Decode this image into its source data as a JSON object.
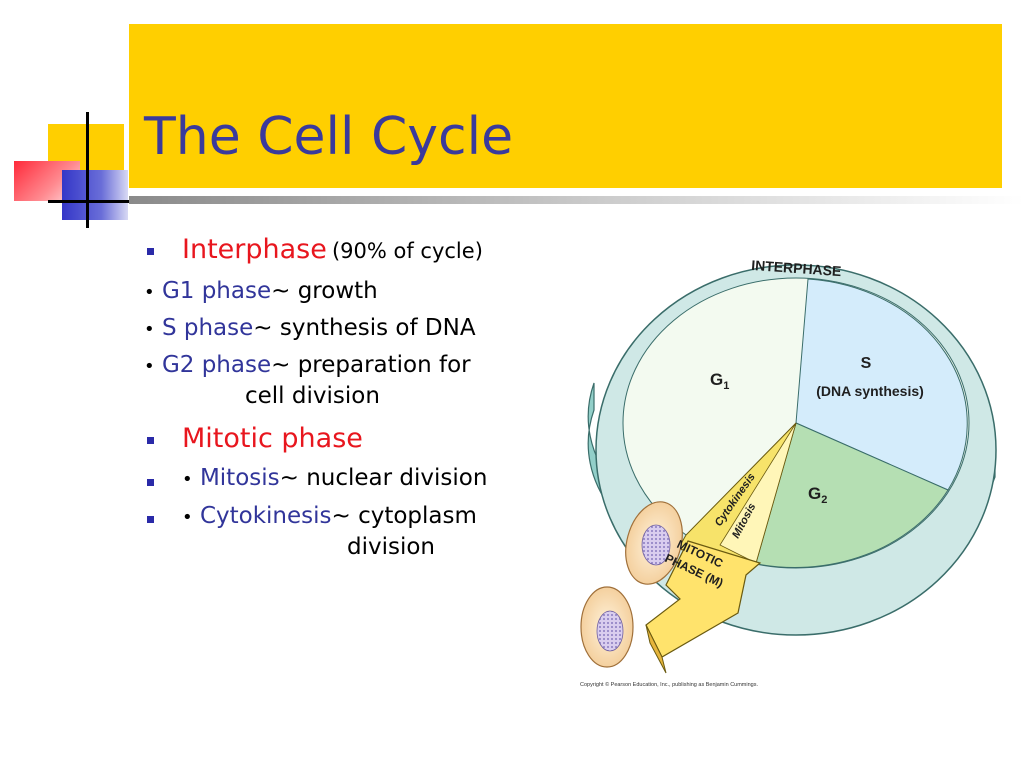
{
  "slide": {
    "title": "The Cell Cycle",
    "colors": {
      "title_band": "#ffcf00",
      "title_text": "#3a3a9c",
      "heading_red": "#e8161e",
      "term_blue": "#31359a",
      "bullet": "#2a2aa8"
    },
    "bullets": {
      "interphase": {
        "heading": "Interphase",
        "note": "(90% of cycle)"
      },
      "g1": {
        "dot": "•",
        "term": "G1 phase",
        "desc": "~ growth"
      },
      "s": {
        "dot": "•",
        "term": "S phase",
        "desc": "~ synthesis of DNA"
      },
      "g2": {
        "dot": "•",
        "term": "G2 phase",
        "desc": "~ preparation for",
        "desc2": "cell division"
      },
      "mitotic": {
        "heading": "Mitotic phase"
      },
      "mitosis": {
        "dot": "•",
        "term": "Mitosis",
        "desc": "~ nuclear division"
      },
      "cytokinesis": {
        "dot": "•",
        "term": "Cytokinesis",
        "desc": "~ cytoplasm",
        "desc2": "division"
      }
    }
  },
  "diagram": {
    "ring_label": "INTERPHASE",
    "g1_main": "G",
    "g1_sub": "1",
    "s_label": "S",
    "s_sub": "(DNA synthesis)",
    "g2_main": "G",
    "g2_sub": "2",
    "cytokinesis": "Cytokinesis",
    "mitosis": "Mitosis",
    "mitotic_1": "MITOTIC",
    "mitotic_2": "PHASE (M)",
    "copyright": "Copyright © Pearson Education, Inc., publishing as Benjamin Cummings."
  }
}
